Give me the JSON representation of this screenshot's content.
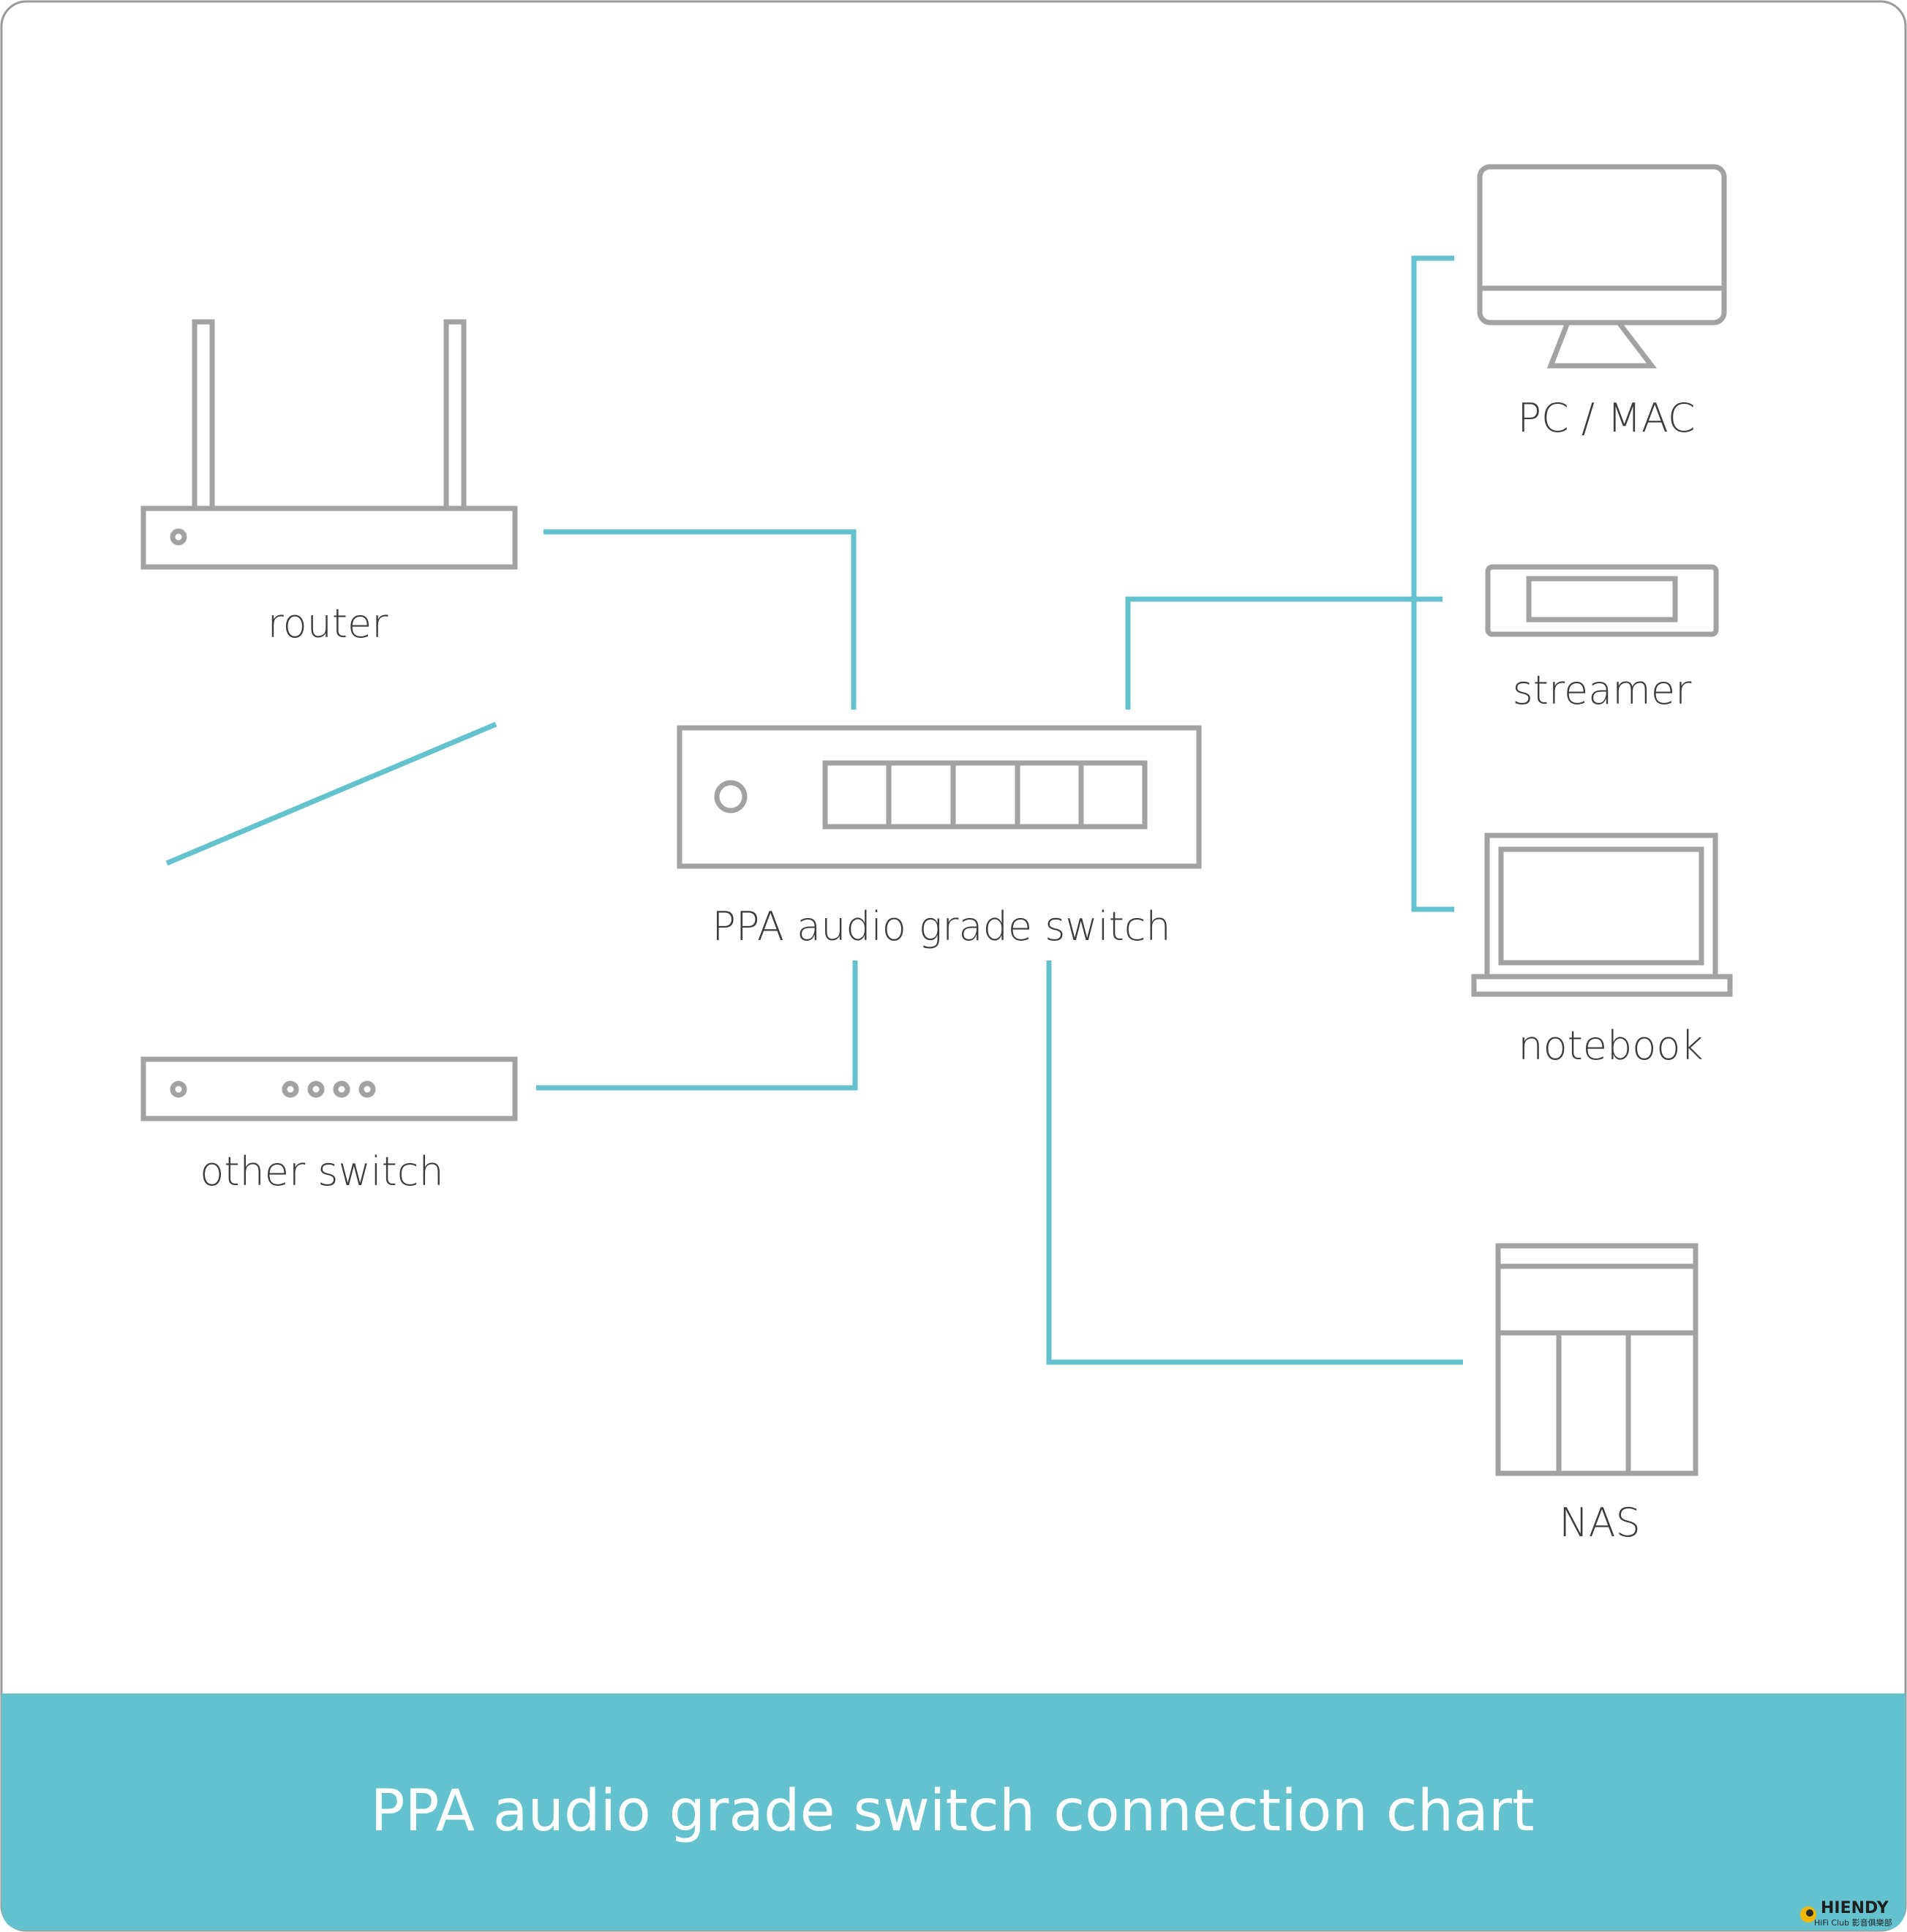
{
  "colors": {
    "device_stroke": "#a2a2a2",
    "link": "#63c2ce",
    "label_text": "#3c3c3c",
    "footer_bg": "#63c2ce",
    "footer_text": "#ffffff",
    "frame": "#9a9a9a"
  },
  "devices": {
    "router": {
      "label": "router",
      "icon": "router-icon"
    },
    "other_switch": {
      "label": "other switch",
      "icon": "switch-icon"
    },
    "ppa_switch": {
      "label": "PPA audio grade switch",
      "icon": "network-switch-icon",
      "ports": 5
    },
    "pc_mac": {
      "label": "PC / MAC",
      "icon": "monitor-icon"
    },
    "streamer": {
      "label": "streamer",
      "icon": "streamer-icon"
    },
    "notebook": {
      "label": "notebook",
      "icon": "laptop-icon"
    },
    "nas": {
      "label": "NAS",
      "icon": "nas-icon"
    }
  },
  "connections": [
    {
      "from": "router",
      "to": "ppa_switch"
    },
    {
      "from": "other_switch",
      "to": "ppa_switch"
    },
    {
      "from": "ppa_switch",
      "to": "pc_mac"
    },
    {
      "from": "ppa_switch",
      "to": "streamer"
    },
    {
      "from": "ppa_switch",
      "to": "notebook"
    },
    {
      "from": "ppa_switch",
      "to": "nas"
    }
  ],
  "footer": {
    "title": "PPA audio grade switch connection chart"
  },
  "watermark": {
    "brand": "HIENDY",
    "sub": "HiFi Club 影音俱樂部"
  }
}
